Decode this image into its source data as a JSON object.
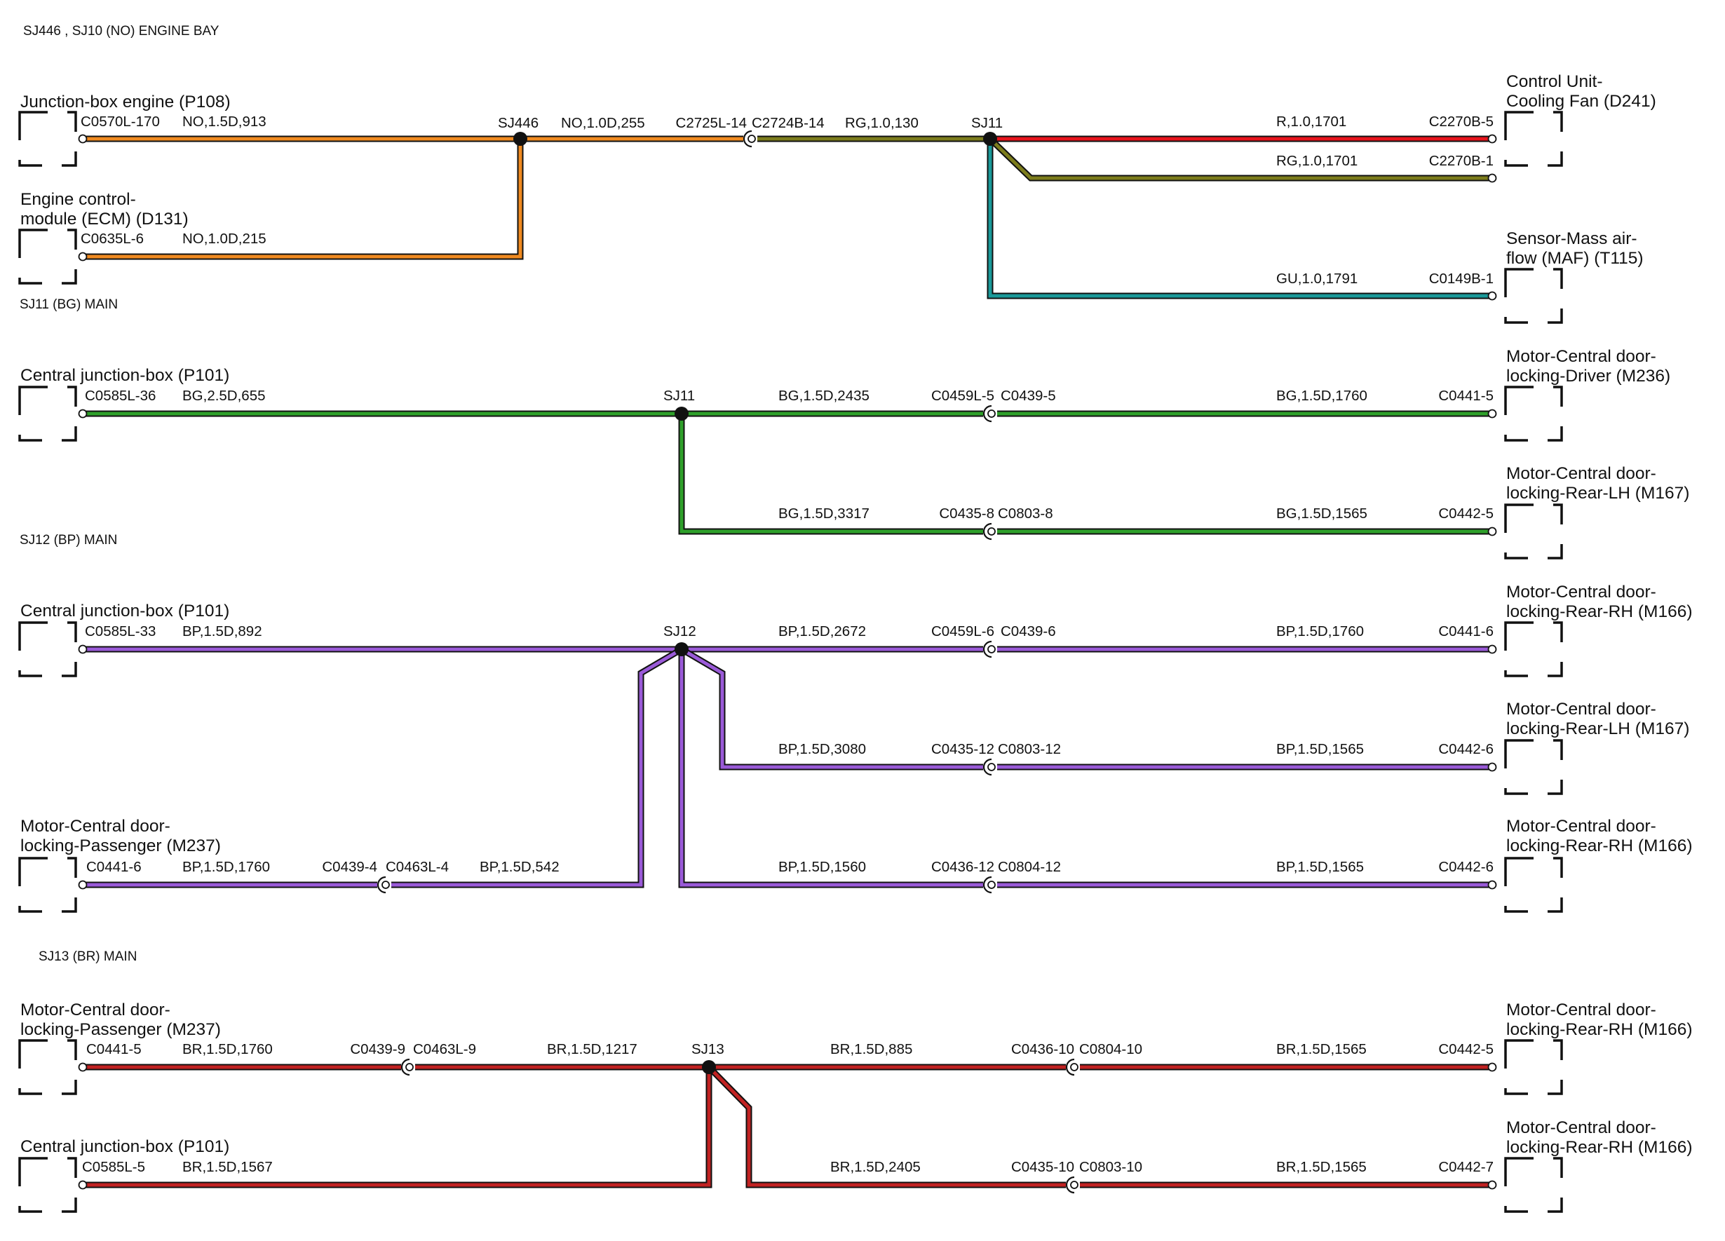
{
  "colors": {
    "NO": "#f08a20",
    "RG": "#7c7c1c",
    "R": "#e8141c",
    "GU": "#1a9a9a",
    "BG": "#2ea02a",
    "BP": "#9a5ad8",
    "BR": "#c12222"
  },
  "sections": [
    {
      "id": "s1",
      "title": "SJ446 , SJ10  (NO) ENGINE BAY"
    },
    {
      "id": "s2",
      "title": "SJ11 (BG) MAIN"
    },
    {
      "id": "s3",
      "title": "SJ12 (BP) MAIN"
    },
    {
      "id": "s4",
      "title": "SJ13 (BR) MAIN"
    }
  ],
  "components": [
    {
      "id": "c_jbe",
      "lines": [
        "Junction-box engine (P108)"
      ]
    },
    {
      "id": "c_ecm",
      "lines": [
        "Engine control-",
        "module (ECM) (D131)"
      ]
    },
    {
      "id": "c_cf",
      "lines": [
        "Control Unit-",
        "Cooling Fan (D241)"
      ]
    },
    {
      "id": "c_maf",
      "lines": [
        "Sensor-Mass air-",
        "flow (MAF) (T115)"
      ]
    },
    {
      "id": "c_cjb1",
      "lines": [
        "Central junction-box (P101)"
      ]
    },
    {
      "id": "c_m236",
      "lines": [
        "Motor-Central door-",
        "locking-Driver (M236)"
      ]
    },
    {
      "id": "c_m167a",
      "lines": [
        "Motor-Central door-",
        "locking-Rear-LH (M167)"
      ]
    },
    {
      "id": "c_cjb2",
      "lines": [
        "Central junction-box (P101)"
      ]
    },
    {
      "id": "c_m166a",
      "lines": [
        "Motor-Central door-",
        "locking-Rear-RH (M166)"
      ]
    },
    {
      "id": "c_m167b",
      "lines": [
        "Motor-Central door-",
        "locking-Rear-LH (M167)"
      ]
    },
    {
      "id": "c_m237a",
      "lines": [
        "Motor-Central door-",
        "locking-Passenger (M237)"
      ]
    },
    {
      "id": "c_m166b",
      "lines": [
        "Motor-Central door-",
        "locking-Rear-RH (M166)"
      ]
    },
    {
      "id": "c_m237b",
      "lines": [
        "Motor-Central door-",
        "locking-Passenger (M237)"
      ]
    },
    {
      "id": "c_m166c",
      "lines": [
        "Motor-Central door-",
        "locking-Rear-RH (M166)"
      ]
    },
    {
      "id": "c_cjb3",
      "lines": [
        "Central junction-box (P101)"
      ]
    },
    {
      "id": "c_m166d",
      "lines": [
        "Motor-Central door-",
        "locking-Rear-RH (M166)"
      ]
    }
  ],
  "splices": [
    {
      "id": "sp_sj446",
      "label": "SJ446"
    },
    {
      "id": "sp_sj11a",
      "label": "SJ11"
    },
    {
      "id": "sp_sj11b",
      "label": "SJ11"
    },
    {
      "id": "sp_sj12",
      "label": "SJ12"
    },
    {
      "id": "sp_sj13",
      "label": "SJ13"
    }
  ],
  "inline_connectors": [
    {
      "id": "ic1",
      "left": "C2725L-14",
      "right": "C2724B-14"
    },
    {
      "id": "ic2",
      "left": "C0459L-5",
      "right": "C0439-5"
    },
    {
      "id": "ic3",
      "left": "C0435-8",
      "right": "C0803-8"
    },
    {
      "id": "ic4",
      "left": "C0459L-6",
      "right": "C0439-6"
    },
    {
      "id": "ic5",
      "left": "C0435-12",
      "right": "C0803-12"
    },
    {
      "id": "ic6",
      "left": "C0439-4",
      "right": "C0463L-4"
    },
    {
      "id": "ic7",
      "left": "C0436-12",
      "right": "C0804-12"
    },
    {
      "id": "ic8",
      "left": "C0439-9",
      "right": "C0463L-9"
    },
    {
      "id": "ic9",
      "left": "C0436-10",
      "right": "C0804-10"
    },
    {
      "id": "ic10",
      "left": "C0435-10",
      "right": "C0803-10"
    }
  ],
  "pins": [
    {
      "id": "p1",
      "label": "C0570L-170"
    },
    {
      "id": "p2",
      "label": "C0635L-6"
    },
    {
      "id": "p3",
      "label": "C2270B-5"
    },
    {
      "id": "p4",
      "label": "C2270B-1"
    },
    {
      "id": "p5",
      "label": "C0149B-1"
    },
    {
      "id": "p6",
      "label": "C0585L-36"
    },
    {
      "id": "p7",
      "label": "C0441-5"
    },
    {
      "id": "p8",
      "label": "C0442-5"
    },
    {
      "id": "p9",
      "label": "C0585L-33"
    },
    {
      "id": "p10",
      "label": "C0441-6"
    },
    {
      "id": "p11",
      "label": "C0442-6"
    },
    {
      "id": "p12",
      "label": "C0441-6"
    },
    {
      "id": "p13",
      "label": "C0442-6"
    },
    {
      "id": "p14",
      "label": "C0441-5"
    },
    {
      "id": "p15",
      "label": "C0442-5"
    },
    {
      "id": "p16",
      "label": "C0585L-5"
    },
    {
      "id": "p17",
      "label": "C0442-7"
    }
  ],
  "wires": [
    {
      "id": "w1",
      "spec": "NO,1.5D,913",
      "color": "NO"
    },
    {
      "id": "w2",
      "spec": "NO,1.0D,215",
      "color": "NO"
    },
    {
      "id": "w3",
      "spec": "NO,1.0D,255",
      "color": "NO"
    },
    {
      "id": "w4",
      "spec": "RG,1.0,130",
      "color": "RG"
    },
    {
      "id": "w5",
      "spec": "R,1.0,1701",
      "color": "R"
    },
    {
      "id": "w6",
      "spec": "RG,1.0,1701",
      "color": "RG"
    },
    {
      "id": "w7",
      "spec": "GU,1.0,1791",
      "color": "GU"
    },
    {
      "id": "w8",
      "spec": "BG,2.5D,655",
      "color": "BG"
    },
    {
      "id": "w9",
      "spec": "BG,1.5D,2435",
      "color": "BG"
    },
    {
      "id": "w10",
      "spec": "BG,1.5D,1760",
      "color": "BG"
    },
    {
      "id": "w11",
      "spec": "BG,1.5D,3317",
      "color": "BG"
    },
    {
      "id": "w12",
      "spec": "BG,1.5D,1565",
      "color": "BG"
    },
    {
      "id": "w13",
      "spec": "BP,1.5D,892",
      "color": "BP"
    },
    {
      "id": "w14",
      "spec": "BP,1.5D,2672",
      "color": "BP"
    },
    {
      "id": "w15",
      "spec": "BP,1.5D,1760",
      "color": "BP"
    },
    {
      "id": "w16",
      "spec": "BP,1.5D,3080",
      "color": "BP"
    },
    {
      "id": "w17",
      "spec": "BP,1.5D,1565",
      "color": "BP"
    },
    {
      "id": "w18",
      "spec": "BP,1.5D,1760",
      "color": "BP"
    },
    {
      "id": "w19",
      "spec": "BP,1.5D,542",
      "color": "BP"
    },
    {
      "id": "w20",
      "spec": "BP,1.5D,1560",
      "color": "BP"
    },
    {
      "id": "w21",
      "spec": "BP,1.5D,1565",
      "color": "BP"
    },
    {
      "id": "w22",
      "spec": "BR,1.5D,1760",
      "color": "BR"
    },
    {
      "id": "w23",
      "spec": "BR,1.5D,1217",
      "color": "BR"
    },
    {
      "id": "w24",
      "spec": "BR,1.5D,885",
      "color": "BR"
    },
    {
      "id": "w25",
      "spec": "BR,1.5D,1565",
      "color": "BR"
    },
    {
      "id": "w26",
      "spec": "BR,1.5D,1567",
      "color": "BR"
    },
    {
      "id": "w27",
      "spec": "BR,1.5D,2405",
      "color": "BR"
    },
    {
      "id": "w28",
      "spec": "BR,1.5D,1565",
      "color": "BR"
    }
  ]
}
